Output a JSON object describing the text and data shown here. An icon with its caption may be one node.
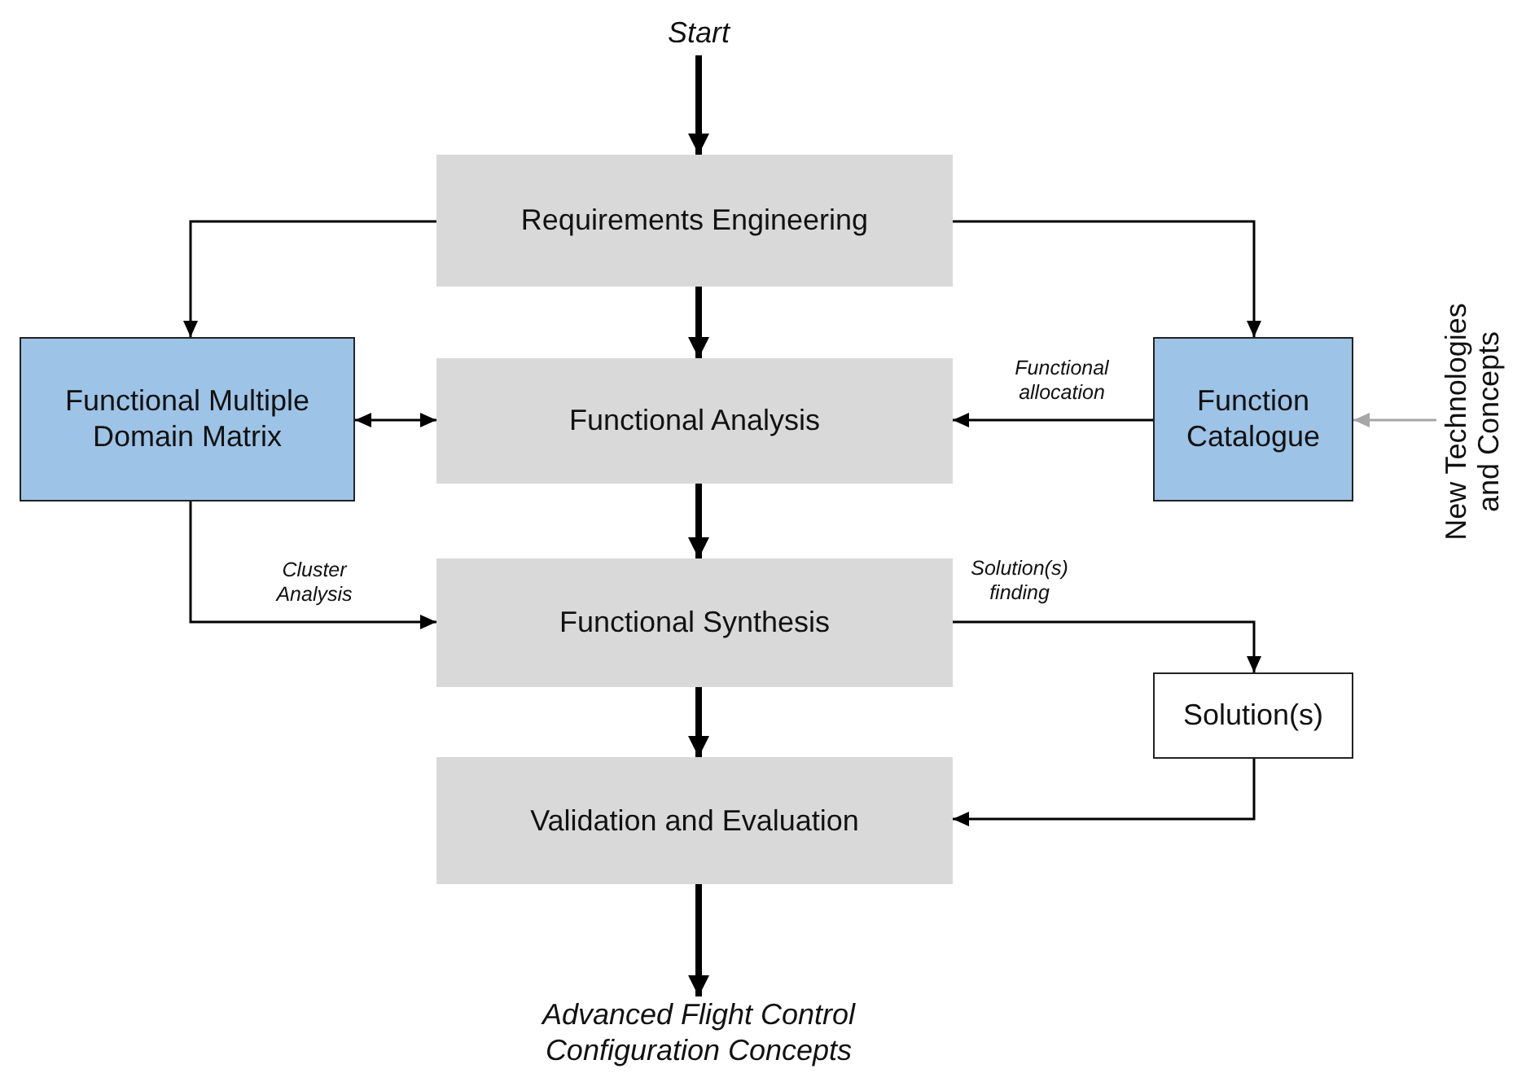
{
  "diagram": {
    "nodes": [
      {
        "text": [
          "Start"
        ]
      },
      {
        "text": [
          "Requirements Engineering"
        ]
      },
      {
        "text": [
          "Functional Multiple Domain Matrix"
        ]
      },
      {
        "text": [
          "Functional Analysis"
        ]
      },
      {
        "text": [
          "Function Catalogue"
        ]
      },
      {
        "text": [
          "New Technologies and Concepts"
        ]
      },
      {
        "text": [
          "Functional Synthesis"
        ]
      },
      {
        "text": [
          "Solution(s)"
        ]
      },
      {
        "text": [
          "Validation and Evaluation"
        ]
      },
      {
        "text": [
          "Advanced Flight Control Configuration Concepts"
        ]
      }
    ],
    "edges": [
      {
        "from": 0,
        "to": 1,
        "arrow": "to",
        "style": "thick"
      },
      {
        "from": 1,
        "to": 2,
        "arrow": "to"
      },
      {
        "from": 1,
        "to": 4,
        "arrow": "to"
      },
      {
        "from": 1,
        "to": 3,
        "arrow": "to",
        "style": "thick"
      },
      {
        "from": 2,
        "to": 3,
        "arrow": "both"
      },
      {
        "from": 4,
        "to": 3,
        "arrow": "to",
        "label": "Functional allocation"
      },
      {
        "from": 5,
        "to": 4,
        "arrow": "to",
        "color": "#a6a6a6"
      },
      {
        "from": 2,
        "to": 6,
        "arrow": "to",
        "label": "Cluster Analysis"
      },
      {
        "from": 3,
        "to": 6,
        "arrow": "to",
        "style": "thick"
      },
      {
        "from": 6,
        "to": 7,
        "arrow": "to",
        "label": "Solution(s) finding"
      },
      {
        "from": 6,
        "to": 8,
        "arrow": "to",
        "style": "thick"
      },
      {
        "from": 7,
        "to": 8,
        "arrow": "to"
      },
      {
        "from": 8,
        "to": 9,
        "arrow": "to",
        "style": "thick"
      }
    ]
  }
}
